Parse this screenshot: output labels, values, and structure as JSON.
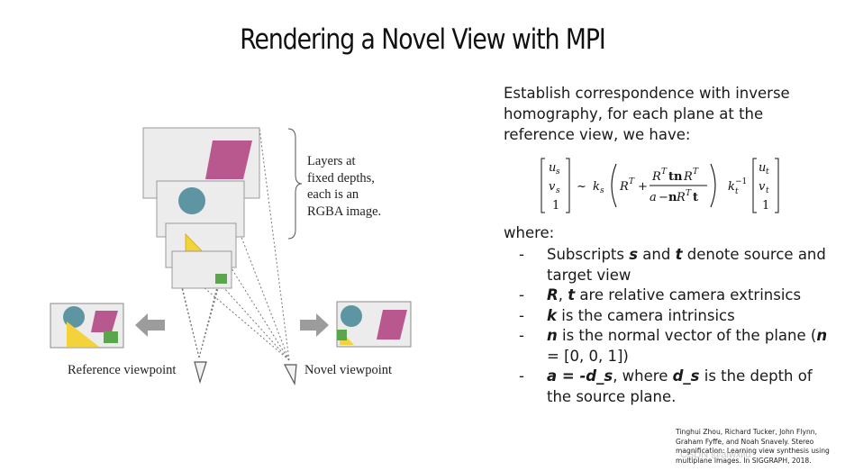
{
  "slide": {
    "title": "Rendering a Novel View with MPI",
    "diagram": {
      "layers_note": [
        "Layers at",
        "fixed depths,",
        "each is an",
        "RGBA image."
      ],
      "reference_label": "Reference viewpoint",
      "novel_label": "Novel viewpoint"
    },
    "intro": "Establish correspondence with inverse homography, for each plane at the reference view, we have:",
    "where": "where:",
    "bullets": [
      {
        "dash": "-",
        "parts": [
          {
            "t": "Subscripts ",
            "b": false
          },
          {
            "t": "s",
            "b": true
          },
          {
            "t": " and ",
            "b": false
          },
          {
            "t": "t",
            "b": true
          },
          {
            "t": " denote source and target view",
            "b": false
          }
        ]
      },
      {
        "dash": "-",
        "parts": [
          {
            "t": "R",
            "b": true
          },
          {
            "t": ", ",
            "b": false
          },
          {
            "t": "t",
            "b": true
          },
          {
            "t": " are relative camera extrinsics",
            "b": false
          }
        ]
      },
      {
        "dash": "-",
        "parts": [
          {
            "t": "k",
            "b": true
          },
          {
            "t": " is the camera intrinsics",
            "b": false
          }
        ]
      },
      {
        "dash": "-",
        "parts": [
          {
            "t": "n",
            "b": true
          },
          {
            "t": " is the normal vector of the plane (",
            "b": false
          },
          {
            "t": "n",
            "b": true
          },
          {
            "t": " = [0, 0, 1])",
            "b": false
          }
        ]
      },
      {
        "dash": "-",
        "parts": [
          {
            "t": "a = -d_s",
            "b": true
          },
          {
            "t": ", where ",
            "b": false
          },
          {
            "t": "d_s",
            "b": true
          },
          {
            "t": " is the depth of the source plane.",
            "b": false
          }
        ]
      }
    ],
    "citation": "Tinghui Zhou, Richard Tucker, John Flynn, Graham Fyffe, and Noah Snavely. Stereo magnification: Learning view synthesis using multiplane images. In SIGGRAPH, 2018.",
    "watermark": "CSDN @aiwxliu"
  },
  "colors": {
    "magenta": "#b8588f",
    "teal": "#5e95a3",
    "yellow": "#f3d23c",
    "green": "#5aa64c",
    "layer_fill": "#ececec",
    "arrow_gray": "#9c9c9c"
  },
  "icons": [
    "camera-frustum-icon",
    "left-arrow-icon",
    "right-arrow-icon",
    "brace-icon"
  ]
}
